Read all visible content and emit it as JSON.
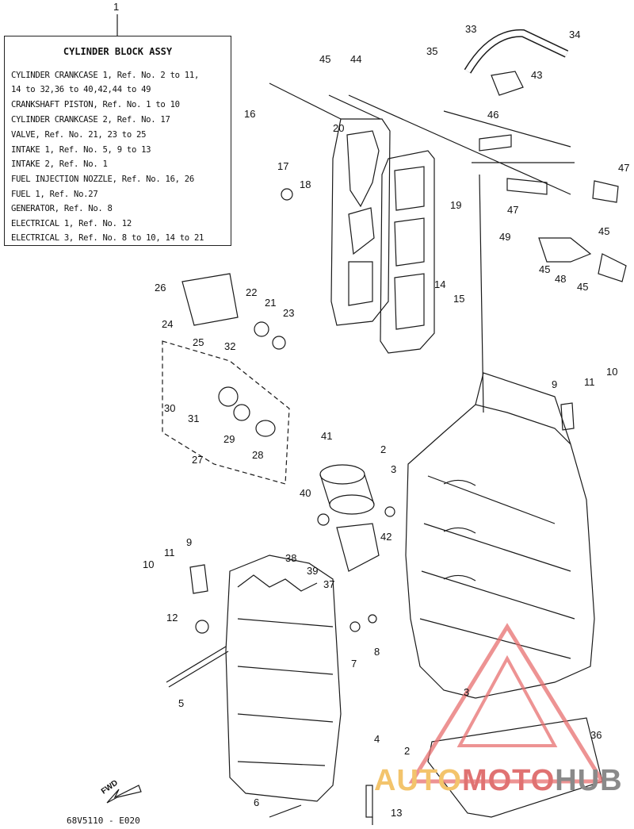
{
  "legend": {
    "title": "CYLINDER BLOCK ASSY",
    "lines": [
      "CYLINDER CRANKCASE 1,      Ref. No. 2 to 11,",
      "             14  to 32,36 to 40,42,44 to 49",
      "CRANKSHAFT PISTON,  Ref. No. 1 to 10",
      "CYLINDER CRANKCASE 2,  Ref. No. 17",
      "VALVE,  Ref. No. 21, 23 to 25",
      "INTAKE 1,  Ref. No. 5, 9 to 13",
      "INTAKE 2,  Ref. No. 1",
      "FUEL INJECTION NOZZLE,  Ref. No. 16, 26",
      "FUEL 1,   Ref. No.27",
      "GENERATOR,  Ref. No. 8",
      "ELECTRICAL 1,  Ref. No. 12",
      "ELECTRICAL 3,  Ref. No. 8 to 10, 14 to 21"
    ]
  },
  "callouts": [
    "1",
    "2",
    "2",
    "3",
    "3",
    "4",
    "5",
    "6",
    "7",
    "8",
    "9",
    "9",
    "10",
    "10",
    "11",
    "11",
    "12",
    "13",
    "14",
    "15",
    "16",
    "17",
    "18",
    "19",
    "20",
    "21",
    "22",
    "23",
    "24",
    "25",
    "26",
    "27",
    "28",
    "29",
    "30",
    "31",
    "32",
    "33",
    "34",
    "35",
    "36",
    "37",
    "38",
    "39",
    "40",
    "41",
    "42",
    "43",
    "44",
    "45",
    "45",
    "45",
    "45",
    "46",
    "47",
    "47",
    "48",
    "49"
  ],
  "diagram_code": "68V5110 - E020",
  "fwd_label": "FWD",
  "watermark": {
    "part1": "AUTO",
    "part2": "MOTO",
    "part3": "HUB"
  },
  "colors": {
    "line": "#1a1a1a",
    "watermark_red": "#e06060",
    "watermark_orange": "#f3c46c"
  }
}
